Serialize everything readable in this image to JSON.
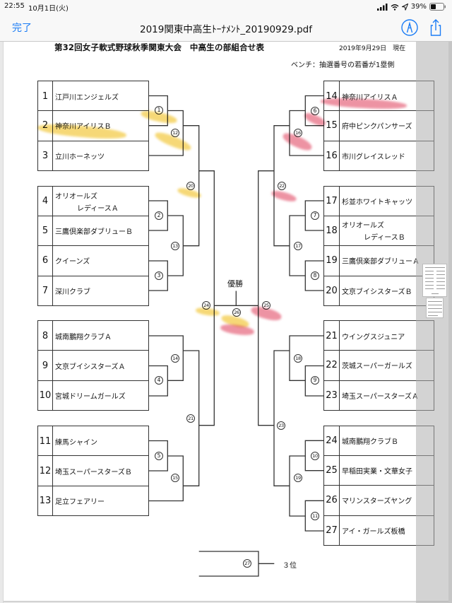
{
  "status_bar": {
    "time": "22:55",
    "date": "10月1日(火)",
    "battery": "39%"
  },
  "nav": {
    "done_label": "完了",
    "title": "2019関東中高生ﾄｰﾅﾒﾝﾄ_20190929.pdf",
    "markup_icon": "markup-pen-icon",
    "share_icon": "share-icon"
  },
  "doc": {
    "title": "第32回女子軟式野球秋季関東大会　中高生の部組合せ表",
    "date": "2019年9月29日　現在",
    "note": "ベンチ：抽選番号の若番が1塁側",
    "champion_label": "優勝",
    "third_place_label": "３位"
  },
  "teams": [
    {
      "no": "1",
      "name": "江戸川エンジェルズ"
    },
    {
      "no": "2",
      "name": "神奈川アイリスＢ"
    },
    {
      "no": "3",
      "name": "立川ホーネッツ"
    },
    {
      "no": "4",
      "name": "オリオールズ",
      "name_line2": "レディースＡ"
    },
    {
      "no": "5",
      "name": "三鷹倶楽部ダブリューＢ"
    },
    {
      "no": "6",
      "name": "クイーンズ"
    },
    {
      "no": "7",
      "name": "深川クラブ"
    },
    {
      "no": "8",
      "name": "城南鵬翔クラブＡ"
    },
    {
      "no": "9",
      "name": "文京ブイシスターズＡ"
    },
    {
      "no": "10",
      "name": "宮城ドリームガールズ"
    },
    {
      "no": "11",
      "name": "練馬シャイン"
    },
    {
      "no": "12",
      "name": "埼玉スーパースターズＢ"
    },
    {
      "no": "13",
      "name": "足立フェアリー"
    },
    {
      "no": "14",
      "name": "神奈川アイリスＡ"
    },
    {
      "no": "15",
      "name": "府中ピンクパンサーズ"
    },
    {
      "no": "16",
      "name": "市川グレイスレッド"
    },
    {
      "no": "17",
      "name": "杉並ホワイトキャッツ"
    },
    {
      "no": "18",
      "name": "オリオールズ",
      "name_line2": "レディースＢ"
    },
    {
      "no": "19",
      "name": "三鷹倶楽部ダブリューＡ"
    },
    {
      "no": "20",
      "name": "文京ブイシスターズＢ"
    },
    {
      "no": "21",
      "name": "ウイングスジュニア"
    },
    {
      "no": "22",
      "name": "茨城スーパーガールズ"
    },
    {
      "no": "23",
      "name": "埼玉スーパースターズＡ"
    },
    {
      "no": "24",
      "name": "城南鵬翔クラブＢ"
    },
    {
      "no": "25",
      "name": "早稲田実業・文華女子"
    },
    {
      "no": "26",
      "name": "マリンスターズヤング"
    },
    {
      "no": "27",
      "name": "アイ・ガールズ板橋"
    }
  ],
  "bracket": {
    "left_groups": [
      [
        1,
        2,
        3
      ],
      [
        4,
        5,
        6,
        7
      ],
      [
        8,
        9,
        10
      ],
      [
        11,
        12,
        13
      ]
    ],
    "right_groups": [
      [
        14,
        15,
        16
      ],
      [
        17,
        18,
        19,
        20
      ],
      [
        21,
        22,
        23
      ],
      [
        24,
        25,
        26,
        27
      ]
    ]
  },
  "matches": [
    "1",
    "2",
    "3",
    "4",
    "5",
    "6",
    "7",
    "8",
    "9",
    "10",
    "11",
    "12",
    "13",
    "14",
    "15",
    "16",
    "17",
    "18",
    "19",
    "20",
    "21",
    "22",
    "23",
    "24",
    "25",
    "26",
    "27"
  ],
  "highlight_colors": {
    "yellow": "#f4cf55",
    "pink": "#e9788c"
  },
  "colors": {
    "accent": "#1b7cf5",
    "line": "#333333"
  }
}
